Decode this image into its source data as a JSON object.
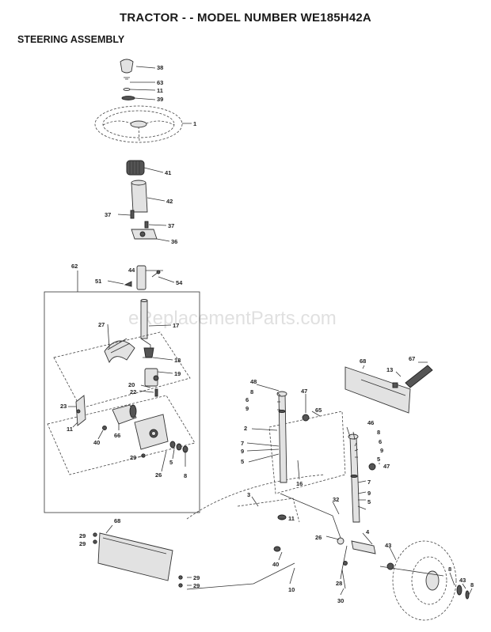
{
  "header": {
    "title": "TRACTOR - - MODEL NUMBER WE185H42A",
    "section": "STEERING ASSEMBLY"
  },
  "watermark": "eReplacementParts.com",
  "callouts": {
    "c38": "38",
    "c63": "63",
    "c11a": "11",
    "c39": "39",
    "c1": "1",
    "c41": "41",
    "c42": "42",
    "c37a": "37",
    "c37b": "37",
    "c36": "36",
    "c62": "62",
    "c44": "44",
    "c51": "51",
    "c54": "54",
    "c27": "27",
    "c17": "17",
    "c18": "18",
    "c19": "19",
    "c20": "20",
    "c22": "22",
    "c23": "23",
    "c11b": "11",
    "c40a": "40",
    "c66": "66",
    "c29a": "29",
    "c26a": "26",
    "c5a": "5",
    "c8a": "8",
    "c48": "48",
    "c8b": "8",
    "c6a": "6",
    "c9a": "9",
    "c47a": "47",
    "c65": "65",
    "c2": "2",
    "c7a": "7",
    "c9b": "9",
    "c5b": "5",
    "c16": "16",
    "c68a": "68",
    "c13": "13",
    "c67": "67",
    "c46": "46",
    "c8c": "8",
    "c6b": "6",
    "c9c": "9",
    "c5c": "5",
    "c47b": "47",
    "c7b": "7",
    "c9d": "9",
    "c5d": "5",
    "c3": "3",
    "c11c": "11",
    "c32": "32",
    "c4": "4",
    "c68b": "68",
    "c29b": "29",
    "c29c": "29",
    "c40b": "40",
    "c26b": "26",
    "c43a": "43",
    "c28": "28",
    "c10": "10",
    "c30": "30",
    "c29d": "29",
    "c29e": "29",
    "c8d": "8",
    "c43b": "43",
    "c8e": "8"
  }
}
